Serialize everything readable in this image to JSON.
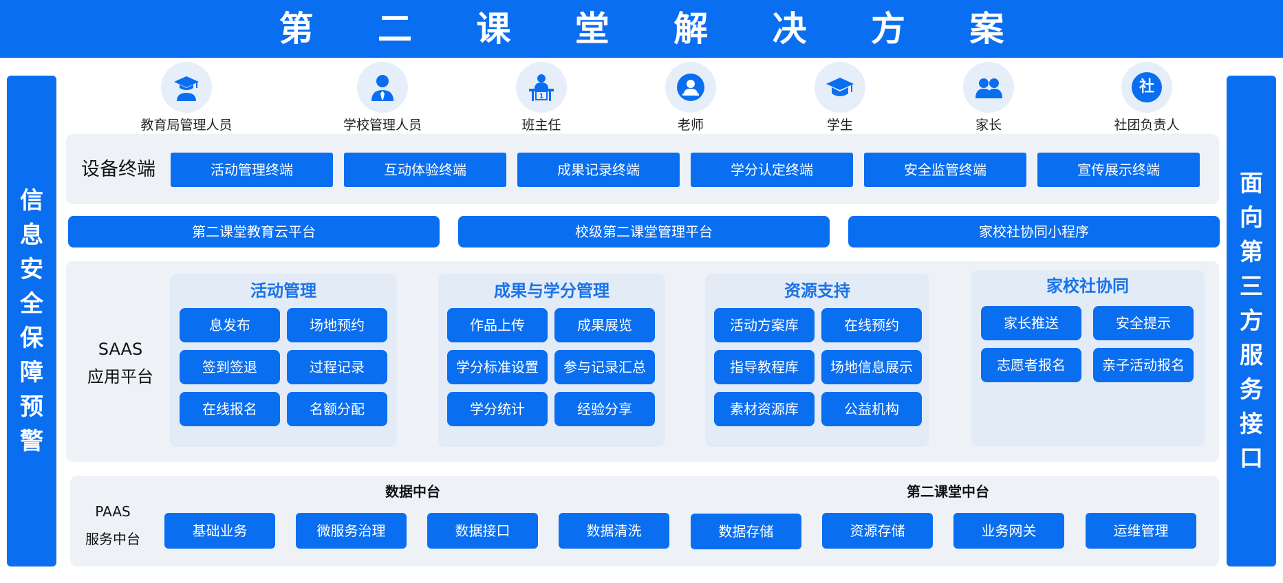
{
  "title": "第 二 课 堂 解 决 方 案",
  "left_pillar": "信息安全 保障预警",
  "right_pillar": "面向第三方服务接口",
  "roles": [
    {
      "label": "教育局管理人员",
      "icon": "mortarboard-person-icon"
    },
    {
      "label": "学校管理人员",
      "icon": "person-tie-icon"
    },
    {
      "label": "班主任",
      "icon": "teacher-desk-icon"
    },
    {
      "label": "老师",
      "icon": "teacher-icon"
    },
    {
      "label": "学生",
      "icon": "graduation-cap-icon"
    },
    {
      "label": "家长",
      "icon": "parents-icon"
    },
    {
      "label": "社团负责人",
      "icon": "club-icon",
      "glyph": "社"
    }
  ],
  "device": {
    "label": "设备终端",
    "items": [
      "活动管理终端",
      "互动体验终端",
      "成果记录终端",
      "学分认定终端",
      "安全监管终端",
      "宣传展示终端"
    ]
  },
  "platforms": [
    "第二课堂教育云平台",
    "校级第二课堂管理平台",
    "家校社协同小程序"
  ],
  "saas": {
    "label_line1": "SAAS",
    "label_line2": "应用平台",
    "groups": [
      {
        "title": "活动管理",
        "items": [
          "息发布",
          "场地预约",
          "签到签退",
          "过程记录",
          "在线报名",
          "名额分配"
        ]
      },
      {
        "title": "成果与学分管理",
        "items": [
          "作品上传",
          "成果展览",
          "学分标准设置",
          "参与记录汇总",
          "学分统计",
          "经验分享"
        ]
      },
      {
        "title": "资源支持",
        "items": [
          "活动方案库",
          "在线预约",
          "指导教程库",
          "场地信息展示",
          "素材资源库",
          "公益机构"
        ]
      },
      {
        "title": "家校社协同",
        "items": [
          "家长推送",
          "安全提示",
          "志愿者报名",
          "亲子活动报名"
        ]
      }
    ]
  },
  "paas": {
    "label_line1": "PAAS",
    "label_line2": "服务中台",
    "headers": [
      "数据中台",
      "第二课堂中台"
    ],
    "items": [
      "基础业务",
      "微服务治理",
      "数据接口",
      "数据清洗",
      "数据存储",
      "资源存储",
      "业务网关",
      "运维管理"
    ]
  },
  "colors": {
    "accent": "#0a6ef0",
    "panel": "#eef2f7",
    "group": "#e3ebf7",
    "group_title": "#1a73e8"
  }
}
